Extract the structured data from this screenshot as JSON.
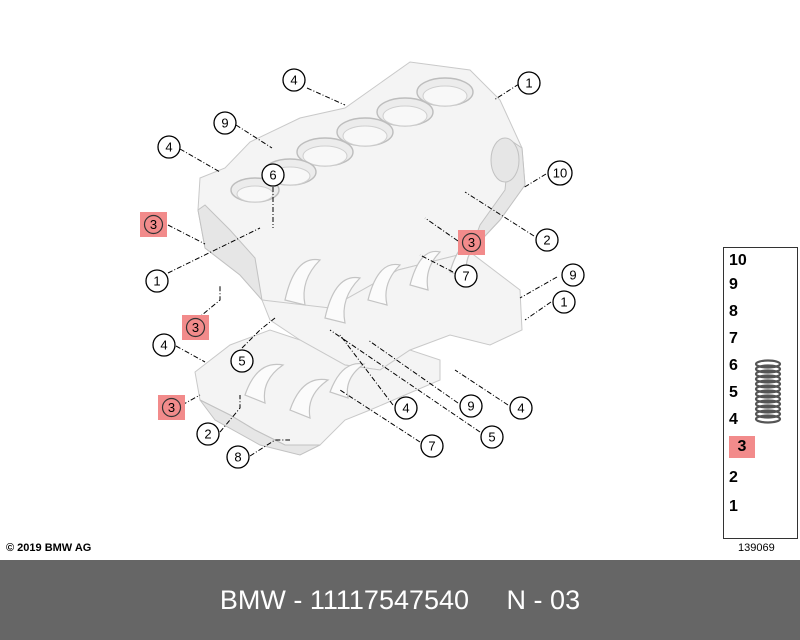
{
  "diagram": {
    "callouts": [
      {
        "label": "4",
        "highlighted": false
      },
      {
        "label": "1",
        "highlighted": false
      },
      {
        "label": "9",
        "highlighted": false
      },
      {
        "label": "4",
        "highlighted": false
      },
      {
        "label": "6",
        "highlighted": false
      },
      {
        "label": "10",
        "highlighted": false
      },
      {
        "label": "3",
        "highlighted": true
      },
      {
        "label": "2",
        "highlighted": false
      },
      {
        "label": "3",
        "highlighted": true
      },
      {
        "label": "1",
        "highlighted": false
      },
      {
        "label": "7",
        "highlighted": false
      },
      {
        "label": "9",
        "highlighted": false
      },
      {
        "label": "1",
        "highlighted": false
      },
      {
        "label": "3",
        "highlighted": true
      },
      {
        "label": "4",
        "highlighted": false
      },
      {
        "label": "5",
        "highlighted": false
      },
      {
        "label": "3",
        "highlighted": true
      },
      {
        "label": "4",
        "highlighted": false
      },
      {
        "label": "9",
        "highlighted": false
      },
      {
        "label": "4",
        "highlighted": false
      },
      {
        "label": "2",
        "highlighted": false
      },
      {
        "label": "5",
        "highlighted": false
      },
      {
        "label": "7",
        "highlighted": false
      },
      {
        "label": "8",
        "highlighted": false
      }
    ]
  },
  "legend": {
    "items": [
      "10",
      "9",
      "8",
      "7",
      "6",
      "5",
      "4",
      "3",
      "2",
      "1"
    ],
    "highlighted_item": "3",
    "icon": "spring-coil-icon"
  },
  "copyright": "© 2019 BMW AG",
  "image_number": "139069",
  "footer": {
    "text": "BMW - 11117547540     N - 03"
  },
  "colors": {
    "highlight": "#f28b8b",
    "footer_bg": "#666666",
    "footer_text": "#ffffff"
  }
}
